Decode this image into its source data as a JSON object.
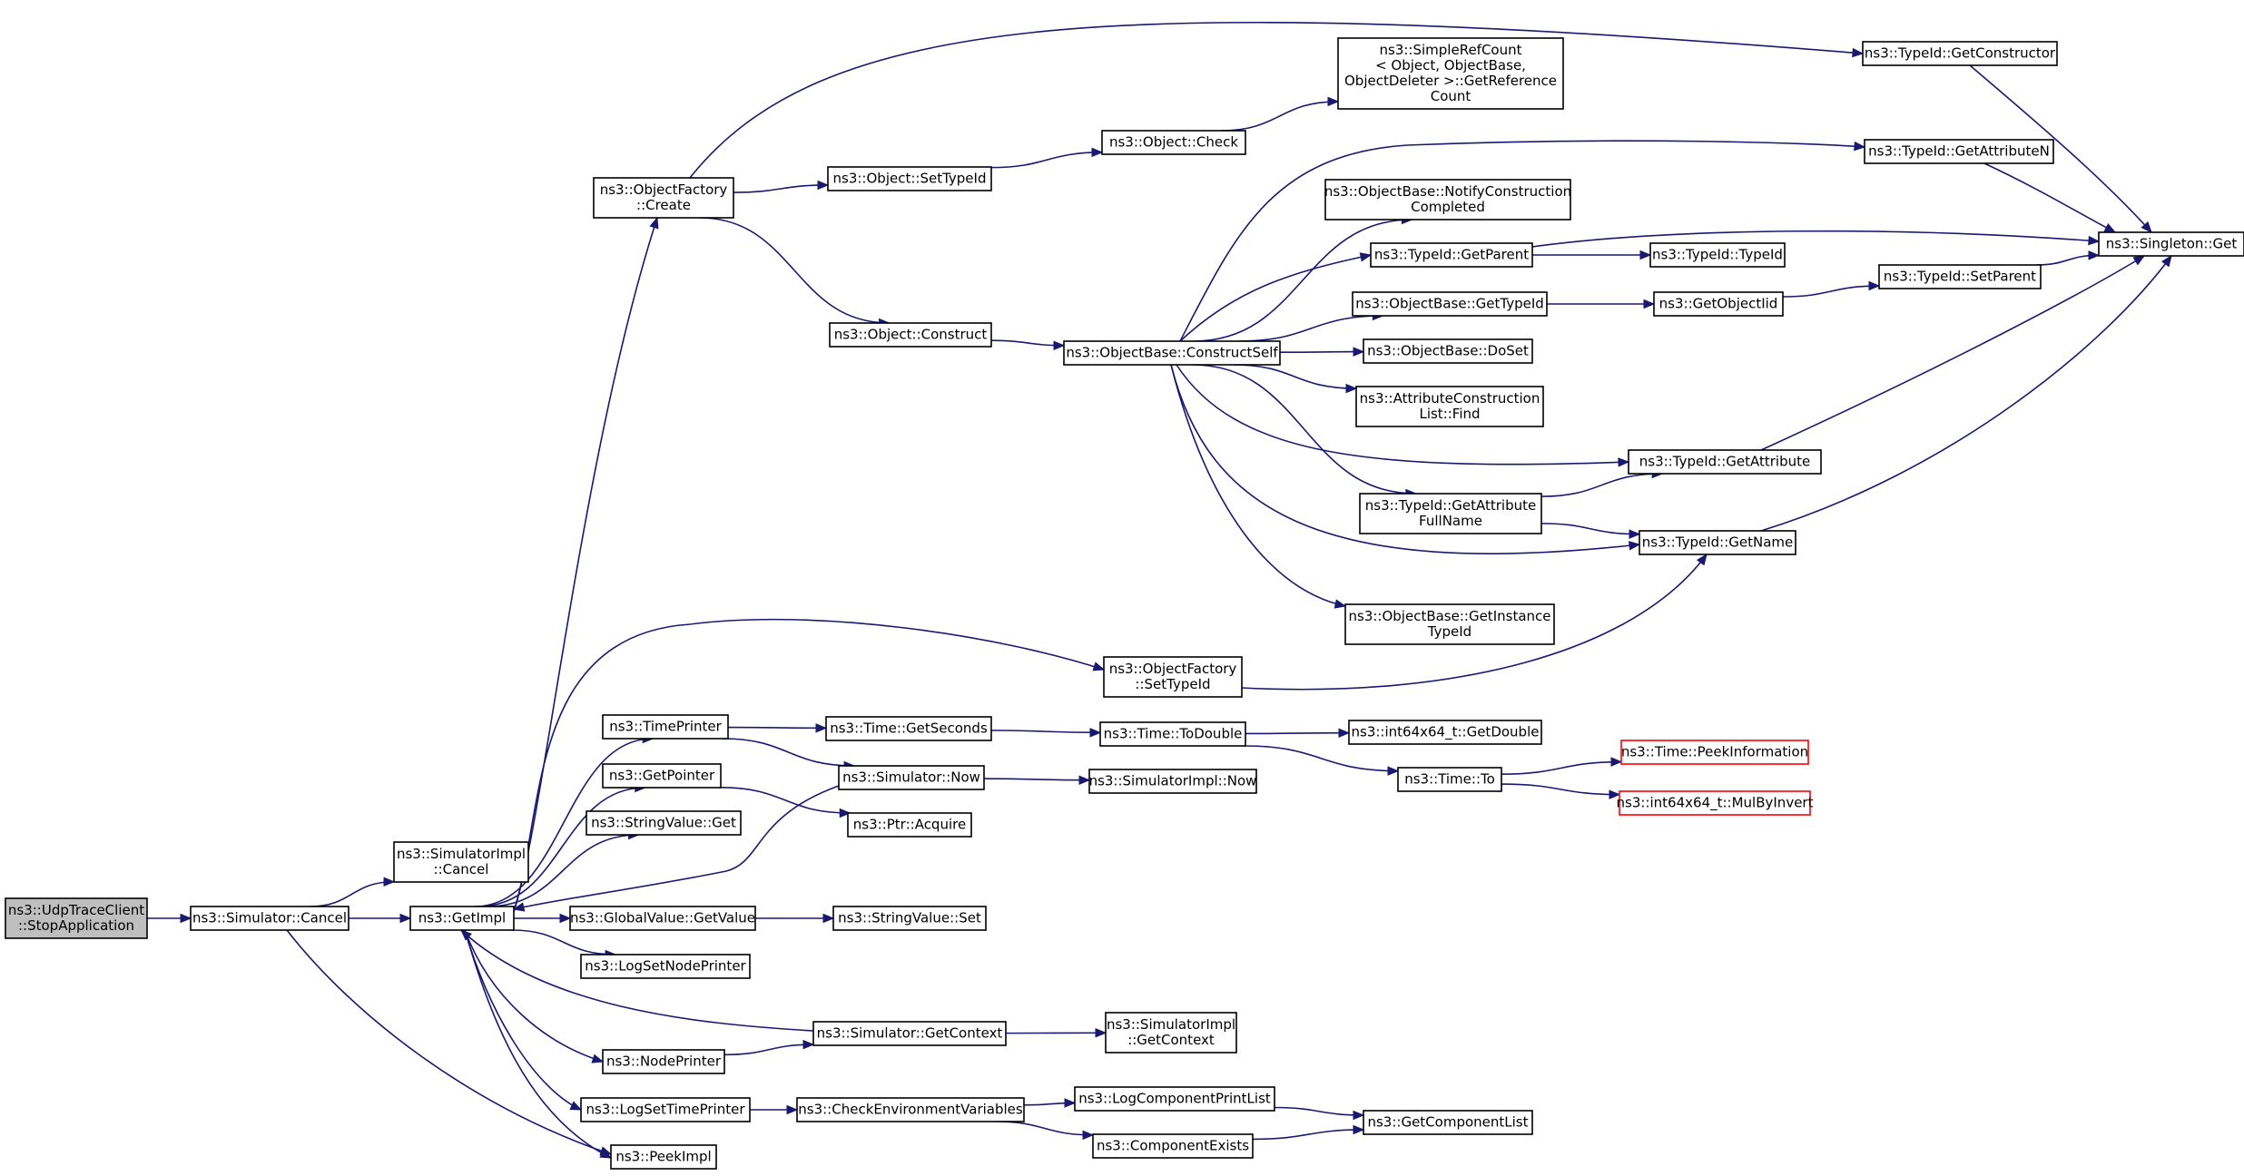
{
  "diagram": {
    "type": "call-graph",
    "colors": {
      "edge": "#191970",
      "root_fill": "#bfbfbf",
      "node_border": "#000000",
      "truncated_border": "#ff0000"
    },
    "nodes": [
      {
        "id": "n0",
        "lines": [
          "ns3::UdpTraceClient",
          "::StopApplication"
        ],
        "root": true
      },
      {
        "id": "n1",
        "lines": [
          "ns3::Simulator::Cancel"
        ]
      },
      {
        "id": "n2",
        "lines": [
          "ns3::SimulatorImpl",
          "::Cancel"
        ]
      },
      {
        "id": "n3",
        "lines": [
          "ns3::GetImpl"
        ]
      },
      {
        "id": "n4",
        "lines": [
          "ns3::PeekImpl"
        ]
      },
      {
        "id": "n5",
        "lines": [
          "ns3::ObjectFactory",
          "::Create"
        ]
      },
      {
        "id": "n6",
        "lines": [
          "ns3::ObjectFactory",
          "::SetTypeId"
        ]
      },
      {
        "id": "n7",
        "lines": [
          "ns3::TimePrinter"
        ]
      },
      {
        "id": "n8",
        "lines": [
          "ns3::GetPointer"
        ]
      },
      {
        "id": "n9",
        "lines": [
          "ns3::StringValue::Get"
        ]
      },
      {
        "id": "n10",
        "lines": [
          "ns3::GlobalValue::GetValue"
        ]
      },
      {
        "id": "n11",
        "lines": [
          "ns3::LogSetNodePrinter"
        ]
      },
      {
        "id": "n12",
        "lines": [
          "ns3::NodePrinter"
        ]
      },
      {
        "id": "n13",
        "lines": [
          "ns3::LogSetTimePrinter"
        ]
      },
      {
        "id": "n14",
        "lines": [
          "ns3::TypeId::GetConstructor"
        ]
      },
      {
        "id": "n15",
        "lines": [
          "ns3::Object::SetTypeId"
        ]
      },
      {
        "id": "n16",
        "lines": [
          "ns3::Object::Construct"
        ]
      },
      {
        "id": "n17",
        "lines": [
          "ns3::Singleton::Get"
        ]
      },
      {
        "id": "n18",
        "lines": [
          "ns3::Object::Check"
        ]
      },
      {
        "id": "n19",
        "lines": [
          "ns3::SimpleRefCount",
          "< Object, ObjectBase,",
          "ObjectDeleter >::GetReference",
          "Count"
        ]
      },
      {
        "id": "n20",
        "lines": [
          "ns3::ObjectBase::ConstructSelf"
        ]
      },
      {
        "id": "n21",
        "lines": [
          "ns3::TypeId::GetAttributeN"
        ]
      },
      {
        "id": "n22",
        "lines": [
          "ns3::ObjectBase::NotifyConstruction",
          "Completed"
        ]
      },
      {
        "id": "n23",
        "lines": [
          "ns3::TypeId::GetParent"
        ]
      },
      {
        "id": "n24",
        "lines": [
          "ns3::ObjectBase::GetTypeId"
        ]
      },
      {
        "id": "n25",
        "lines": [
          "ns3::ObjectBase::DoSet"
        ]
      },
      {
        "id": "n26",
        "lines": [
          "ns3::AttributeConstruction",
          "List::Find"
        ]
      },
      {
        "id": "n27",
        "lines": [
          "ns3::TypeId::GetAttribute"
        ]
      },
      {
        "id": "n28",
        "lines": [
          "ns3::TypeId::GetAttribute",
          "FullName"
        ]
      },
      {
        "id": "n29",
        "lines": [
          "ns3::TypeId::GetName"
        ]
      },
      {
        "id": "n30",
        "lines": [
          "ns3::ObjectBase::GetInstance",
          "TypeId"
        ]
      },
      {
        "id": "n31",
        "lines": [
          "ns3::TypeId::TypeId"
        ]
      },
      {
        "id": "n32",
        "lines": [
          "ns3::GetObjectIid"
        ]
      },
      {
        "id": "n33",
        "lines": [
          "ns3::TypeId::SetParent"
        ]
      },
      {
        "id": "n34",
        "lines": [
          "ns3::Time::GetSeconds"
        ]
      },
      {
        "id": "n35",
        "lines": [
          "ns3::Simulator::Now"
        ]
      },
      {
        "id": "n36",
        "lines": [
          "ns3::Ptr::Acquire"
        ]
      },
      {
        "id": "n37",
        "lines": [
          "ns3::Time::ToDouble"
        ]
      },
      {
        "id": "n38",
        "lines": [
          "ns3::SimulatorImpl::Now"
        ]
      },
      {
        "id": "n39",
        "lines": [
          "ns3::int64x64_t::GetDouble"
        ]
      },
      {
        "id": "n40",
        "lines": [
          "ns3::Time::To"
        ]
      },
      {
        "id": "n41",
        "lines": [
          "ns3::Time::PeekInformation"
        ],
        "truncated": true
      },
      {
        "id": "n42",
        "lines": [
          "ns3::int64x64_t::MulByInvert"
        ],
        "truncated": true
      },
      {
        "id": "n43",
        "lines": [
          "ns3::StringValue::Set"
        ]
      },
      {
        "id": "n44",
        "lines": [
          "ns3::Simulator::GetContext"
        ]
      },
      {
        "id": "n45",
        "lines": [
          "ns3::SimulatorImpl",
          "::GetContext"
        ]
      },
      {
        "id": "n46",
        "lines": [
          "ns3::CheckEnvironmentVariables"
        ]
      },
      {
        "id": "n47",
        "lines": [
          "ns3::LogComponentPrintList"
        ]
      },
      {
        "id": "n48",
        "lines": [
          "ns3::ComponentExists"
        ]
      },
      {
        "id": "n49",
        "lines": [
          "ns3::GetComponentList"
        ]
      }
    ],
    "edges": [
      [
        "n0",
        "n1"
      ],
      [
        "n1",
        "n2"
      ],
      [
        "n1",
        "n3"
      ],
      [
        "n1",
        "n4"
      ],
      [
        "n3",
        "n5"
      ],
      [
        "n3",
        "n6"
      ],
      [
        "n3",
        "n7"
      ],
      [
        "n3",
        "n8"
      ],
      [
        "n3",
        "n9"
      ],
      [
        "n3",
        "n10"
      ],
      [
        "n3",
        "n11"
      ],
      [
        "n3",
        "n12"
      ],
      [
        "n3",
        "n13"
      ],
      [
        "n3",
        "n4"
      ],
      [
        "n5",
        "n14"
      ],
      [
        "n5",
        "n15"
      ],
      [
        "n5",
        "n16"
      ],
      [
        "n14",
        "n17"
      ],
      [
        "n15",
        "n18"
      ],
      [
        "n18",
        "n19"
      ],
      [
        "n16",
        "n20"
      ],
      [
        "n20",
        "n21"
      ],
      [
        "n20",
        "n22"
      ],
      [
        "n20",
        "n23"
      ],
      [
        "n20",
        "n24"
      ],
      [
        "n20",
        "n25"
      ],
      [
        "n20",
        "n26"
      ],
      [
        "n20",
        "n27"
      ],
      [
        "n20",
        "n28"
      ],
      [
        "n20",
        "n29"
      ],
      [
        "n20",
        "n30"
      ],
      [
        "n21",
        "n17"
      ],
      [
        "n23",
        "n17"
      ],
      [
        "n23",
        "n31"
      ],
      [
        "n24",
        "n32"
      ],
      [
        "n32",
        "n33"
      ],
      [
        "n33",
        "n17"
      ],
      [
        "n27",
        "n17"
      ],
      [
        "n28",
        "n27"
      ],
      [
        "n28",
        "n29"
      ],
      [
        "n29",
        "n17"
      ],
      [
        "n6",
        "n29"
      ],
      [
        "n7",
        "n34"
      ],
      [
        "n7",
        "n35"
      ],
      [
        "n34",
        "n37"
      ],
      [
        "n35",
        "n3"
      ],
      [
        "n35",
        "n38"
      ],
      [
        "n37",
        "n39"
      ],
      [
        "n37",
        "n40"
      ],
      [
        "n40",
        "n41"
      ],
      [
        "n40",
        "n42"
      ],
      [
        "n8",
        "n36"
      ],
      [
        "n10",
        "n43"
      ],
      [
        "n12",
        "n44"
      ],
      [
        "n44",
        "n3"
      ],
      [
        "n44",
        "n45"
      ],
      [
        "n13",
        "n46"
      ],
      [
        "n46",
        "n47"
      ],
      [
        "n46",
        "n48"
      ],
      [
        "n47",
        "n49"
      ],
      [
        "n48",
        "n49"
      ]
    ]
  }
}
